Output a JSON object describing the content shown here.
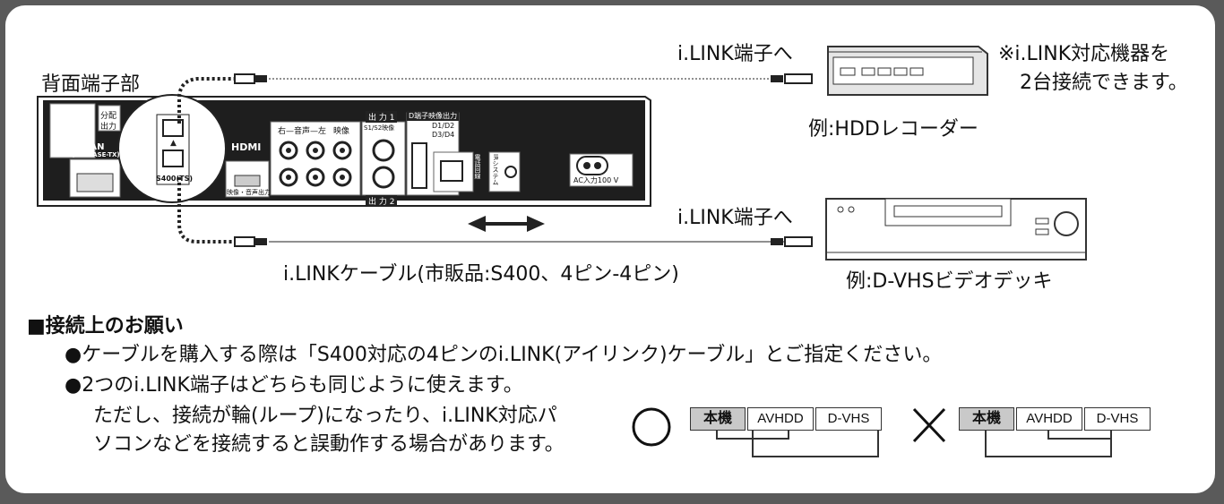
{
  "rear_label": "背面端子部",
  "ilink_port_label_top": "i.LINK端子へ",
  "ilink_port_label_bottom": "i.LINK端子へ",
  "note_multi": [
    "※i.LINK対応機器を",
    "2台接続できます。"
  ],
  "example_hdd": "例:HDDレコーダー",
  "example_dvhs": "例:D-VHSビデオデッキ",
  "cable_caption": "i.LINKケーブル(市販品:S400、4ピン-4ピン)",
  "rear_panel": {
    "lan": "LAN",
    "lan_sub": "(100BASE-TX)",
    "bunpai": "分配",
    "shutsuryoku": "出力",
    "hdmi": "HDMI",
    "hdmi_sub": "映像・音声出力",
    "audio_label": "右—音声—左",
    "video_label": "映像",
    "out1": "出 力 1",
    "out1_sub": "S1/S2映像",
    "out2": "出 力 2",
    "d_terminal": "D端子映像出力",
    "d_formats": [
      "D1/D2",
      "D3/D4"
    ],
    "phone": "電話回線",
    "ir_system": "IRシステム",
    "ac_input": "AC入力100 V",
    "s400": "S400(TS)"
  },
  "notes": {
    "heading": "■接続上のお願い",
    "bullet1": "●ケーブルを購入する際は「S400対応の4ピンのi.LINK(アイリンク)ケーブル」とご指定ください。",
    "bullet2": "●2つのi.LINK端子はどちらも同じように使えます。",
    "bullet2_cont1": "ただし、接続が輪(ループ)になったり、i.LINK対応パ",
    "bullet2_cont2": "ソコンなどを接続すると誤動作する場合があります。"
  },
  "ok_symbol": "○",
  "ng_symbol": "×",
  "ok_chain": [
    "本機",
    "AVHDD",
    "D-VHS"
  ],
  "ng_chain": [
    "本機",
    "AVHDD",
    "D-VHS"
  ]
}
